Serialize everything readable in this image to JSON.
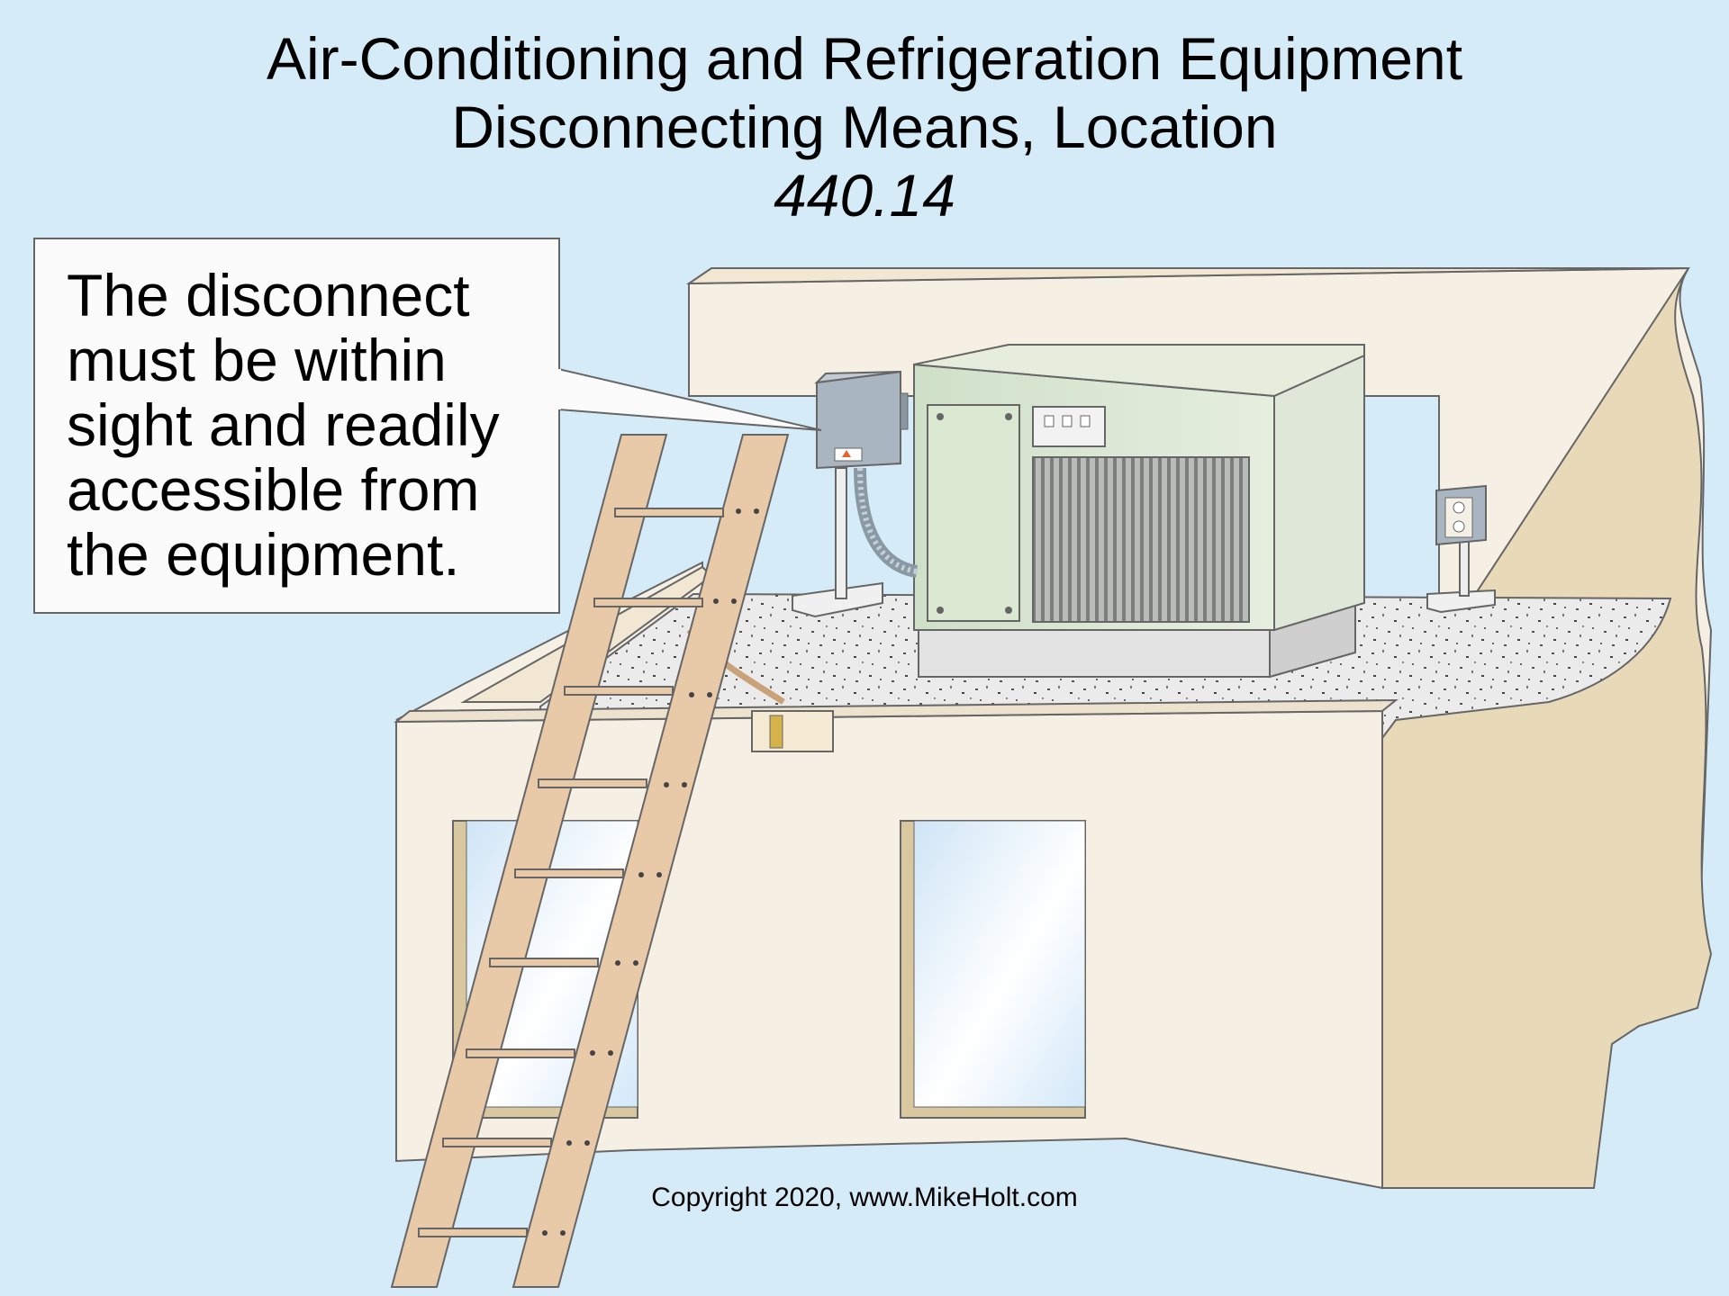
{
  "title": {
    "line1": "Air-Conditioning and Refrigeration Equipment",
    "line2": "Disconnecting Means, Location",
    "code": "440.14"
  },
  "callout": {
    "text": "The disconnect\nmust be within\nsight and readily\naccessible from\nthe equipment."
  },
  "copyright": "Copyright 2020, www.MikeHolt.com",
  "colors": {
    "sky": "#d6ebf8",
    "wall": "#f6efe3",
    "wall_side": "#e8d9b8",
    "roof_gravel": "#e9e9e9",
    "ac_unit": "#d7e6cf",
    "disconnect_box": "#a9b6c2",
    "ladder": "#e8c9a8"
  },
  "icons": [
    "ladder-icon",
    "ac-unit-icon",
    "disconnect-switch-icon",
    "receptacle-icon",
    "flexible-conduit-icon",
    "warning-label-icon"
  ]
}
